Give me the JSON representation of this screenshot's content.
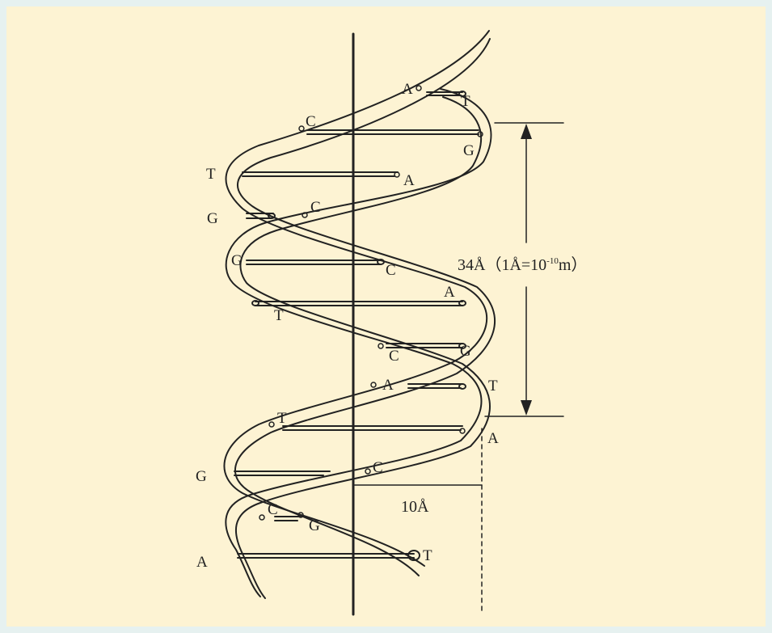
{
  "colors": {
    "background_outer": "#e6f1f0",
    "panel": "#fdf3d3",
    "ink": "#222222"
  },
  "labels": {
    "pitch_prefix": "34Å（1Å=10",
    "pitch_exp": "-10",
    "pitch_suffix": "m）",
    "radius": "10Å"
  },
  "bases": {
    "top_a": "A",
    "top_t": "T",
    "c1": "C",
    "g1": "G",
    "left_t": "T",
    "a1": "A",
    "left_g1": "G",
    "c2": "C",
    "g2": "G",
    "c3": "C",
    "a2": "A",
    "t1": "T",
    "c4": "C",
    "g3": "G",
    "a3": "A",
    "t2": "T",
    "t3": "T",
    "a4": "A",
    "left_g2": "G",
    "c5": "C",
    "c6": "C",
    "g4": "G",
    "left_a": "A",
    "t4": "T"
  }
}
